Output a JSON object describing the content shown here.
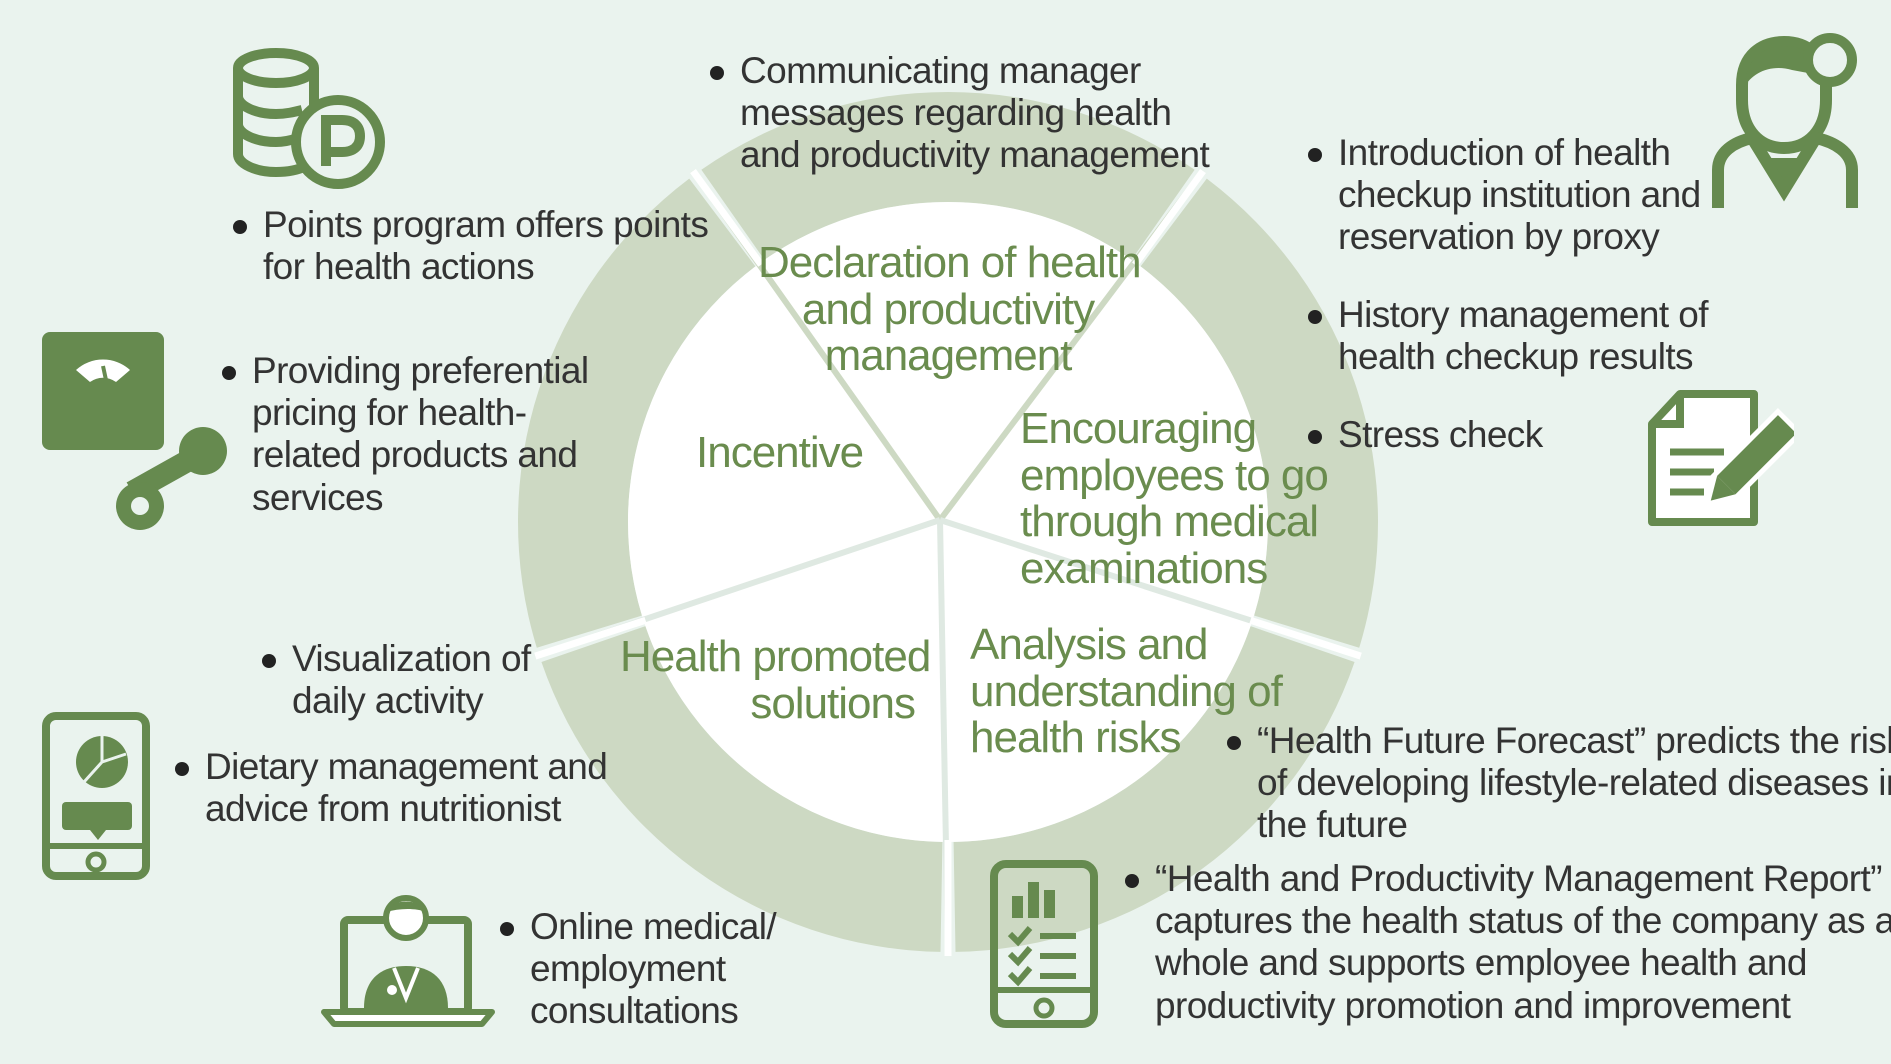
{
  "colors": {
    "background": "#eaf3ee",
    "ring": "#cdd9c3",
    "inner": "#ffffff",
    "label_green": "#6a8c4e",
    "icon_green": "#668a4f",
    "text": "#333333"
  },
  "segments": {
    "declaration": [
      "Declaration of health",
      "and productivity",
      "management"
    ],
    "encouraging": [
      "Encouraging",
      "employees to go",
      "through medical",
      "examinations"
    ],
    "analysis": [
      "Analysis and",
      "understanding of",
      "health risks"
    ],
    "health_promoted": [
      "Health promoted",
      "solutions"
    ],
    "incentive": [
      "Incentive"
    ]
  },
  "bullets": {
    "communicating": [
      "Communicating manager",
      "messages regarding health",
      "and productivity management"
    ],
    "points": [
      "Points program offers points",
      "for health actions"
    ],
    "pricing": [
      "Providing preferential",
      "pricing for health-",
      "related products and",
      "services"
    ],
    "introduction": [
      "Introduction of health",
      "checkup institution and",
      "reservation by proxy"
    ],
    "history": [
      "History management of",
      "health checkup results"
    ],
    "stress": [
      "Stress check"
    ],
    "visualization": [
      "Visualization of",
      "daily activity"
    ],
    "dietary": [
      "Dietary management and",
      "advice from nutritionist"
    ],
    "online": [
      "Online medical/",
      "employment",
      "consultations"
    ],
    "forecast": [
      "“Health Future Forecast” predicts the risk",
      "of developing lifestyle-related diseases in",
      "the future"
    ],
    "report": [
      "“Health and Productivity Management Report”",
      "captures the health status of the company as a",
      "whole and supports employee health and",
      "productivity promotion and improvement"
    ]
  },
  "icons": {
    "coins": "coins-points-icon",
    "scale": "weighing-scale-icon",
    "doctor": "doctor-icon",
    "document": "document-pen-icon",
    "tablet_chart": "tablet-pie-chart-icon",
    "laptop": "laptop-doctor-icon",
    "phone_report": "phone-checklist-icon"
  }
}
